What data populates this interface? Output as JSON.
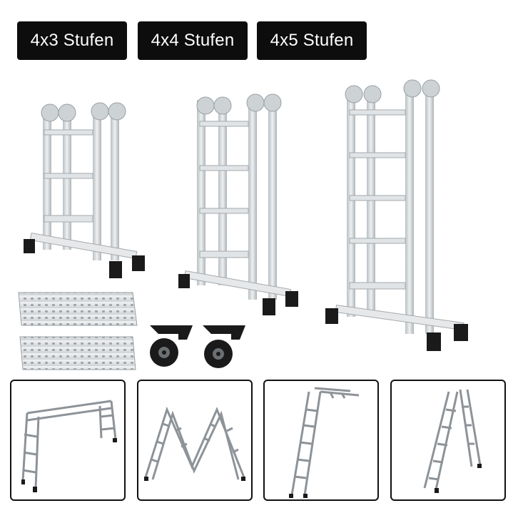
{
  "labels": [
    {
      "text": "4x3 Stufen"
    },
    {
      "text": "4x4 Stufen"
    },
    {
      "text": "4x5 Stufen"
    }
  ],
  "products": [
    {
      "name": "ladder-4x3",
      "rungs": 3
    },
    {
      "name": "ladder-4x4",
      "rungs": 4
    },
    {
      "name": "ladder-4x5",
      "rungs": 5
    }
  ],
  "accessories": [
    "platform-plate",
    "platform-plate",
    "wheel",
    "wheel"
  ],
  "configurations": [
    "scaffold",
    "zigzag",
    "straight-extension",
    "a-frame"
  ],
  "colors": {
    "badge_bg": "#0d0d0d",
    "badge_text": "#ffffff",
    "aluminium": "#d9dde0",
    "aluminium_dark": "#9aa1a6",
    "foot": "#1a1a1a"
  }
}
